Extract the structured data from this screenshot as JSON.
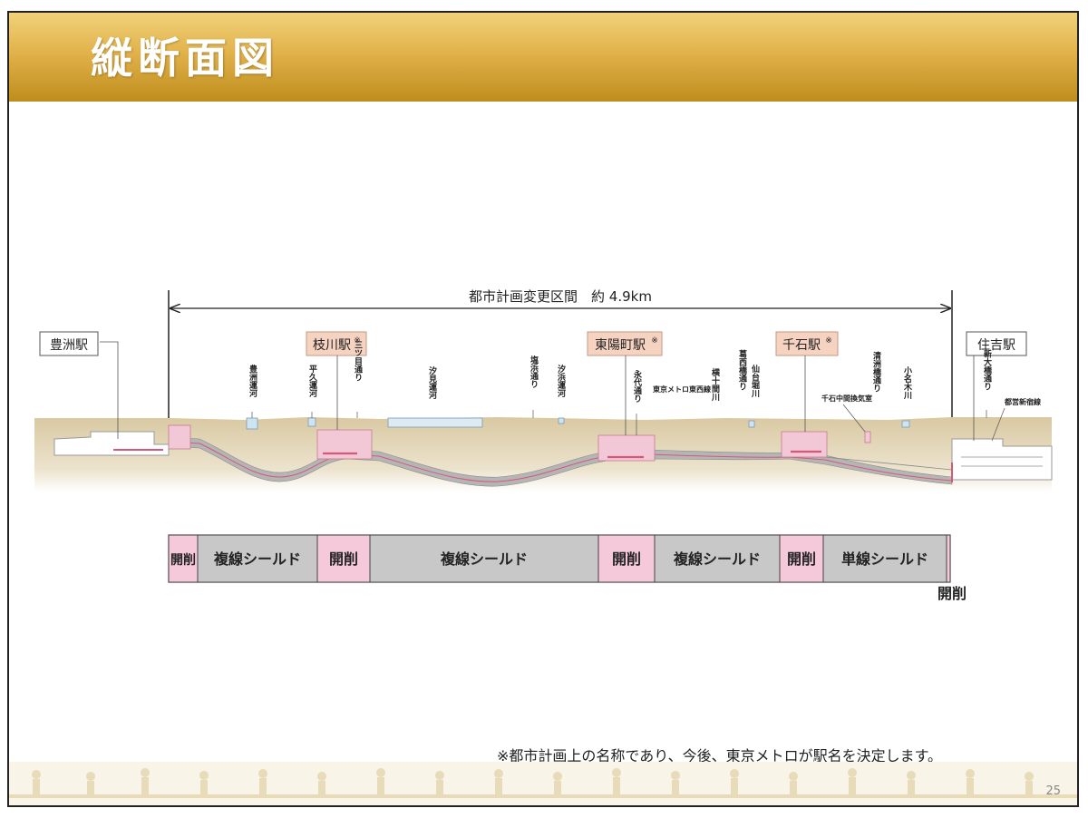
{
  "header": {
    "title": "縦断面図"
  },
  "span": {
    "label": "都市計画変更区間　約 4.9km"
  },
  "stations": [
    {
      "id": "toyosu",
      "label": "豊洲駅",
      "style": "plain"
    },
    {
      "id": "edagawa",
      "label": "枝川駅",
      "mark": "※",
      "style": "planned"
    },
    {
      "id": "toyocho",
      "label": "東陽町駅",
      "mark": "※",
      "style": "planned"
    },
    {
      "id": "sengoku",
      "label": "千石駅",
      "mark": "※",
      "style": "planned"
    },
    {
      "id": "sumiyoshi",
      "label": "住吉駅",
      "style": "plain"
    }
  ],
  "features": [
    {
      "id": "toyosu-canal",
      "label": "豊洲運河"
    },
    {
      "id": "heikyu-canal",
      "label": "平久運河"
    },
    {
      "id": "mitsume-dori",
      "label": "三ツ目通り"
    },
    {
      "id": "shiomi-canal",
      "label": "汐見運河"
    },
    {
      "id": "shiohama-dori",
      "label": "塩浜通り"
    },
    {
      "id": "shiohama-canal",
      "label": "汐浜運河"
    },
    {
      "id": "eitai-dori",
      "label": "永代通り"
    },
    {
      "id": "tokyo-metro-tozai",
      "label": "東京メトロ東西線"
    },
    {
      "id": "yokojukken-river",
      "label": "横十間川"
    },
    {
      "id": "kasaibashi-dori",
      "label": "葛西橋通り"
    },
    {
      "id": "sendaibori-river",
      "label": "仙台堀川"
    },
    {
      "id": "sengoku-vent",
      "label": "千石中間換気室"
    },
    {
      "id": "kiyosubashi-dori",
      "label": "清洲橋通り"
    },
    {
      "id": "onagi-river",
      "label": "小名木川"
    },
    {
      "id": "shin-ohashi-dori",
      "label": "新大橋通り"
    },
    {
      "id": "toei-shinjuku",
      "label": "都営新宿線"
    }
  ],
  "method_bar": {
    "segments": [
      {
        "label": "開削",
        "type": "cut"
      },
      {
        "label": "複線シールド",
        "type": "shield"
      },
      {
        "label": "開削",
        "type": "cut"
      },
      {
        "label": "複線シールド",
        "type": "shield"
      },
      {
        "label": "開削",
        "type": "cut"
      },
      {
        "label": "複線シールド",
        "type": "shield"
      },
      {
        "label": "開削",
        "type": "cut"
      },
      {
        "label": "単線シールド",
        "type": "shield"
      }
    ],
    "end_label": "開削"
  },
  "note": "※都市計画上の名称であり、今後、東京メトロが駅名を決定します。",
  "page_number": "25",
  "colors": {
    "header_gold": "#c99a2e",
    "ground": "#dccfae",
    "tunnel": "#b6b6b6",
    "station_pink": "#f2c7d6",
    "station_line": "#d25a78",
    "cut_pink": "#f5c8da",
    "shield_gray": "#c8c8c8",
    "label_box": "#f6d2c0"
  }
}
